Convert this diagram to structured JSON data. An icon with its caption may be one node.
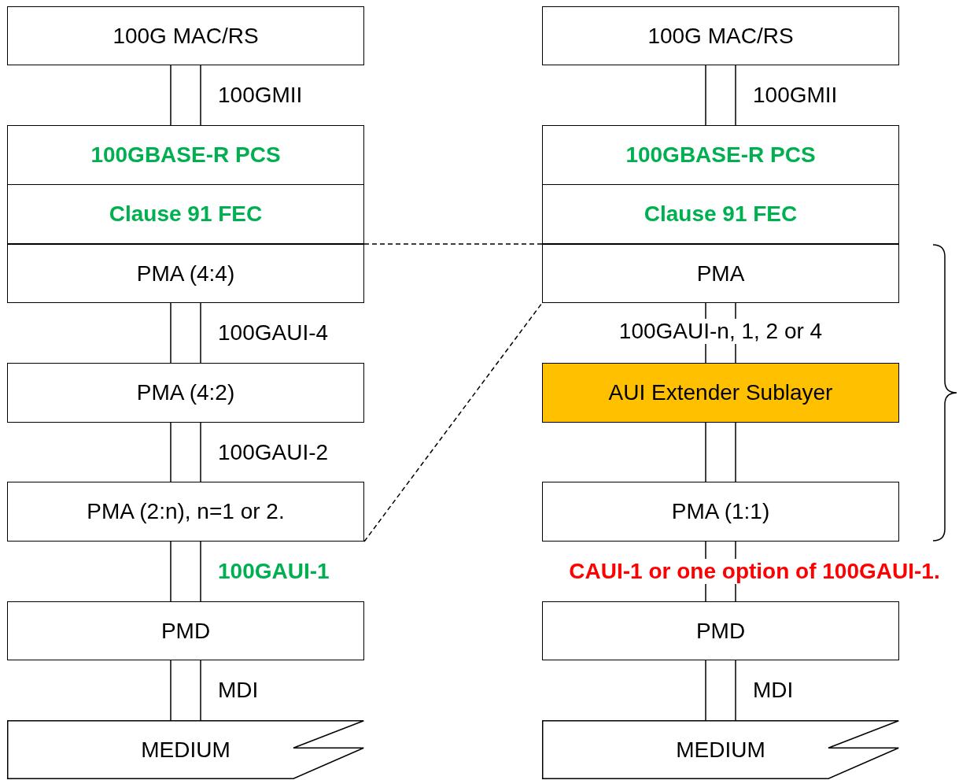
{
  "diagram": {
    "nodes": [
      {
        "text": [
          "100G MAC/RS"
        ]
      },
      {
        "text": [
          "100GBASE-R PCS"
        ]
      },
      {
        "text": [
          "Clause 91 FEC"
        ]
      },
      {
        "text": [
          "PMA (4:4)"
        ]
      },
      {
        "text": [
          "PMA (4:2)"
        ]
      },
      {
        "text": [
          "PMA (2:n), n=1 or 2."
        ]
      },
      {
        "text": [
          "PMD"
        ]
      },
      {
        "text": [
          "MEDIUM"
        ]
      },
      {
        "text": [
          "100G MAC/RS"
        ]
      },
      {
        "text": [
          "100GBASE-R PCS"
        ]
      },
      {
        "text": [
          "Clause 91 FEC"
        ]
      },
      {
        "text": [
          "PMA"
        ]
      },
      {
        "text": [
          "AUI Extender Sublayer"
        ]
      },
      {
        "text": [
          "PMA (1:1)"
        ]
      },
      {
        "text": [
          "PMD"
        ]
      },
      {
        "text": [
          "MEDIUM"
        ]
      }
    ],
    "edges": [
      {
        "from": 0,
        "to": 1,
        "arrow": "none",
        "label": "100GMII"
      },
      {
        "from": 3,
        "to": 4,
        "arrow": "none",
        "label": "100GAUI-4"
      },
      {
        "from": 4,
        "to": 5,
        "arrow": "none",
        "label": "100GAUI-2"
      },
      {
        "from": 5,
        "to": 6,
        "arrow": "none",
        "label": "100GAUI-1"
      },
      {
        "from": 6,
        "to": 7,
        "arrow": "none",
        "label": "MDI"
      },
      {
        "from": 8,
        "to": 9,
        "arrow": "none",
        "label": "100GMII"
      },
      {
        "from": 11,
        "to": 12,
        "arrow": "none",
        "label": "100GAUI-n, 1, 2 or 4"
      },
      {
        "from": 12,
        "to": 13,
        "arrow": "none"
      },
      {
        "from": 13,
        "to": 14,
        "arrow": "none",
        "label": "CAUI-1 or one option of 100GAUI-1."
      },
      {
        "from": 14,
        "to": 15,
        "arrow": "none",
        "label": "MDI"
      },
      {
        "from": 3,
        "to": 11,
        "arrow": "none",
        "style": "dashed"
      },
      {
        "from": 5,
        "to": 11,
        "arrow": "none",
        "style": "dashed"
      }
    ]
  }
}
